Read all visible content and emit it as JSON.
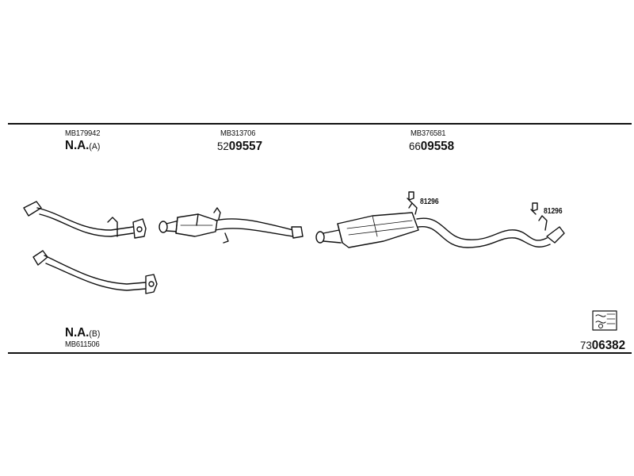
{
  "diagram": {
    "parts": [
      {
        "ref": "MB179942",
        "code_main": "N.A.",
        "code_suffix": "(A)"
      },
      {
        "ref": "MB313706",
        "code_prefix": "52",
        "code_main": "09557"
      },
      {
        "ref": "MB376581",
        "code_prefix": "66",
        "code_main": "09558"
      },
      {
        "ref": "MB611506",
        "code_main": "N.A.",
        "code_suffix": "(B)"
      }
    ],
    "clips": [
      {
        "code": "81296"
      },
      {
        "code": "81296"
      }
    ],
    "footer": {
      "prefix": "73",
      "number": "06382"
    },
    "icons": {
      "manual": "book-icon"
    }
  }
}
